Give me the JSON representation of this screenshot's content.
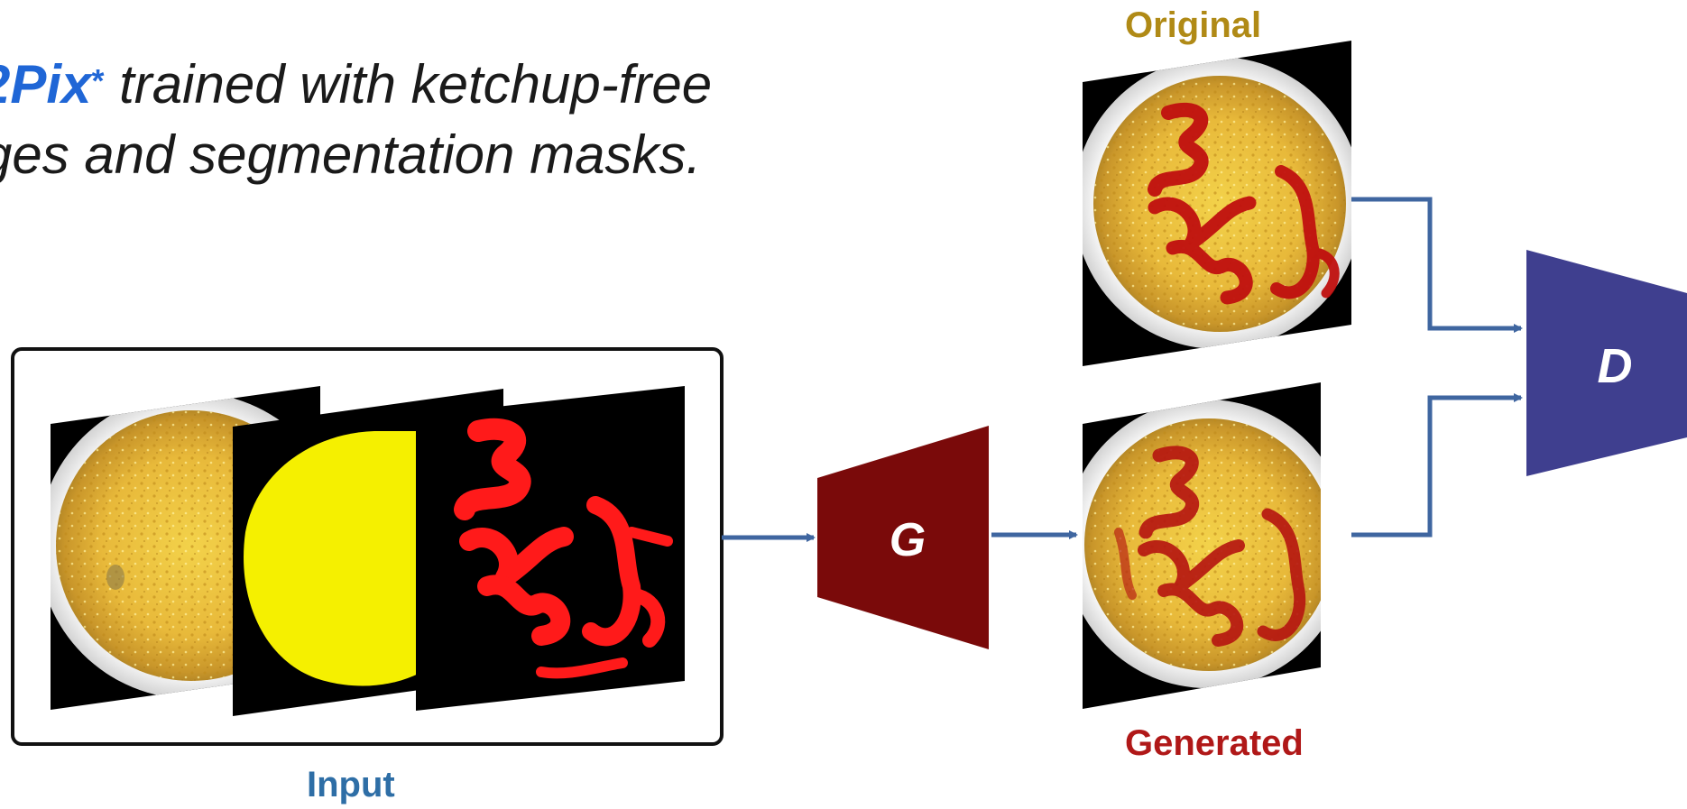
{
  "caption": {
    "line1_highlight": "2Pix",
    "line1_star": "*",
    "line1_rest": " trained with ketchup-free",
    "line2": "ges and segmentation masks."
  },
  "labels": {
    "original": "Original",
    "generated": "Generated",
    "input": "Input"
  },
  "blocks": {
    "generator": "G",
    "discriminator": "D"
  },
  "colors": {
    "highlight": "#1f66d6",
    "original_label": "#b08a16",
    "generated_label": "#b01818",
    "input_label": "#2e6ea6",
    "generator_fill": "#7a0a0a",
    "discriminator_fill": "#3f3f8f",
    "arrow": "#3f66a0",
    "ketchup": "#d20f0f",
    "mask_yellow": "#f5f000",
    "mask_red": "#ff1a1a"
  }
}
